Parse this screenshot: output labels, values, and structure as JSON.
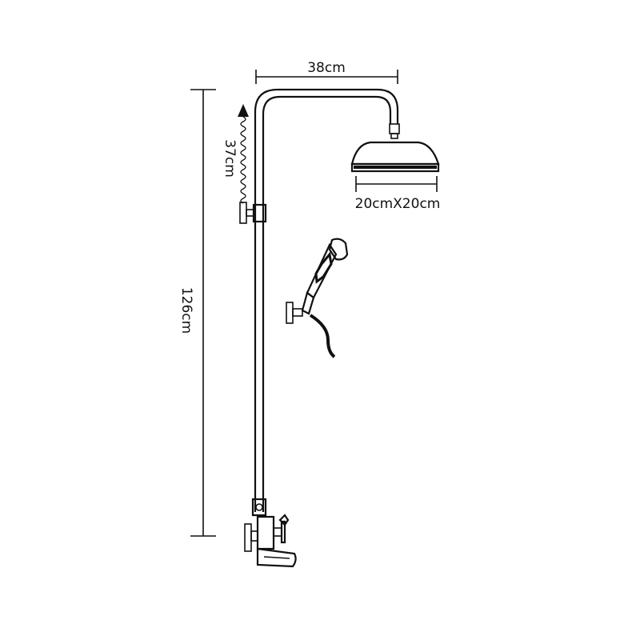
{
  "dimensions": {
    "width": "38cm",
    "height": "126cm",
    "slide_range": "37cm",
    "head_size": "20cmX20cm"
  },
  "colors": {
    "line": "#111111",
    "background": "#ffffff"
  }
}
